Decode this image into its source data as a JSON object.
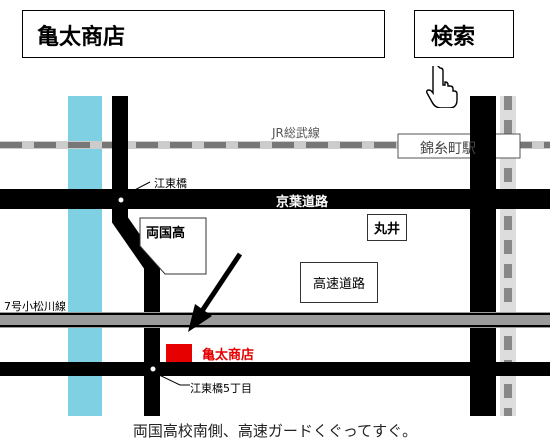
{
  "search": {
    "value": "亀太商店",
    "button_label": "検索"
  },
  "map": {
    "rail_line": "JR総武線",
    "station": "錦糸町駅",
    "bridge_north": "江東橋",
    "road_keiyo": "京葉道路",
    "school": "両国高",
    "store_marui": "丸井",
    "expressway": "高速道路",
    "route_label": "7号小松川線",
    "shop_name": "亀太商店",
    "bridge_south": "江東橋5丁目"
  },
  "caption": "両国高校南側、高速ガードくぐってすぐ。",
  "colors": {
    "accent_red": "#e60000",
    "river": "#7fd0e2",
    "road": "#000000"
  }
}
